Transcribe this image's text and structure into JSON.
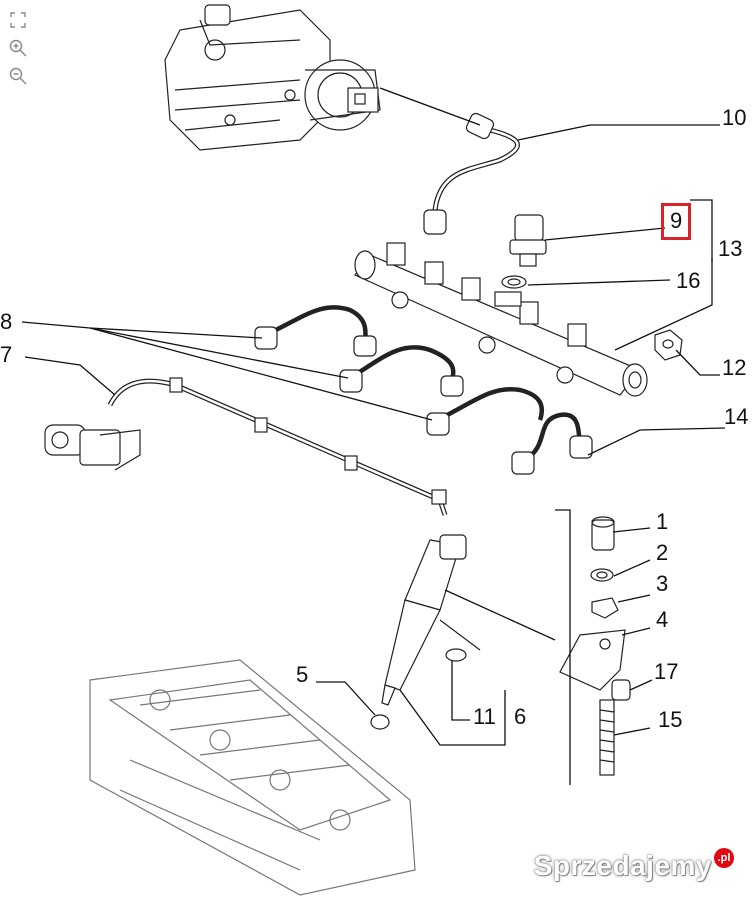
{
  "toolbar": {
    "icons": [
      "expand-icon",
      "zoom-in-icon",
      "zoom-out-icon"
    ]
  },
  "callouts": {
    "c1": "1",
    "c2": "2",
    "c3": "3",
    "c4": "4",
    "c5": "5",
    "c6": "6",
    "c7": "7",
    "c8": "8",
    "c9": "9",
    "c10": "10",
    "c11": "11",
    "c12": "12",
    "c13": "13",
    "c14": "14",
    "c15": "15",
    "c16": "16",
    "c17": "17"
  },
  "highlight_color": "#d8232a",
  "watermark": {
    "text": "Sprzedajemy",
    "badge": ".pl"
  }
}
